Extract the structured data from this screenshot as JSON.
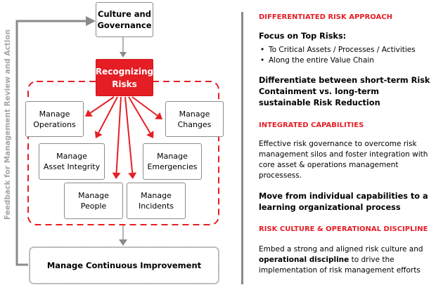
{
  "diagram": {
    "feedback_label": "Feedback for Management Review and Action",
    "culture_box": "Culture and\nGovernance",
    "recognizing_box": "Recognizing\nRisks",
    "capabilities": [
      {
        "id": "operations",
        "label": "Manage\nOperations"
      },
      {
        "id": "changes",
        "label": "Manage\nChanges"
      },
      {
        "id": "asset-integrity",
        "label": "Manage\nAsset Integrity"
      },
      {
        "id": "emergencies",
        "label": "Manage\nEmergencies"
      },
      {
        "id": "people",
        "label": "Manage\nPeople"
      },
      {
        "id": "incidents",
        "label": "Manage\nIncidents"
      }
    ],
    "continuous_improvement_box": "Manage Continuous Improvement",
    "colors": {
      "accent_red": "#e51e25",
      "connector_gray": "#8a8a8a",
      "feedback_text_gray": "#a6a6a6"
    }
  },
  "sidebar": {
    "section1": {
      "title": "DIFFERENTIATED RISK APPROACH",
      "focus_heading": "Focus on Top Risks:",
      "bullets": [
        "To Critical Assets / Processes / Activities",
        "Along the entire Value Chain"
      ],
      "differentiate_text": "Differentiate between short-term Risk Containment vs. long-term sustainable Risk Reduction"
    },
    "section2": {
      "title": "INTEGRATED CAPABILITIES",
      "paragraph": "Effective risk governance to overcome risk management silos and foster integration with core asset & operations management processess.",
      "move_text": "Move from individual capabilities to a learning organizational process"
    },
    "section3": {
      "title": "RISK CULTURE & OPERATIONAL DISCIPLINE",
      "paragraph_before": "Embed a strong and aligned risk culture and ",
      "paragraph_bold": "operational discipline",
      "paragraph_after": " to drive the implementation of risk management efforts"
    }
  }
}
